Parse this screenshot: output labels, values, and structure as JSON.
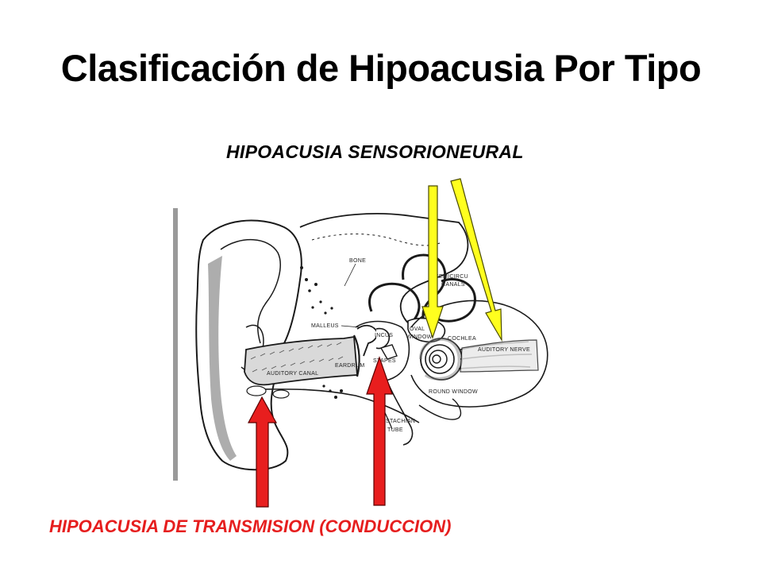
{
  "slide": {
    "title": "Clasificación de Hipoacusia Por Tipo"
  },
  "labels": {
    "sensorineural": "HIPOACUSIA SENSORIONEURAL",
    "conductive": "HIPOACUSIA DE TRANSMISION (CONDUCCION)"
  },
  "diagram": {
    "parts": {
      "bone": "BONE",
      "semicircular_canals_1": "SEMICIRCU",
      "semicircular_canals_2": "CANALS",
      "malleus": "MALLEUS",
      "incus": "INCUS",
      "oval_window_1": "OVAL",
      "oval_window_2": "WINDOW",
      "cochlea": "COCHLEA",
      "auditory_nerve": "AUDITORY NERVE",
      "eardrum": "EARDRUM",
      "stapes": "STAPES",
      "auditory_canal": "AUDITORY CANAL",
      "round_window": "ROUND WINDOW",
      "eustachian_tube_1": "STACHIAN",
      "eustachian_tube_2": "TUBE"
    }
  },
  "colors": {
    "conductive_arrow": "#e81e1e",
    "sensorineural_arrow": "#ffff1e",
    "conductive_label": "#e61e1e"
  }
}
